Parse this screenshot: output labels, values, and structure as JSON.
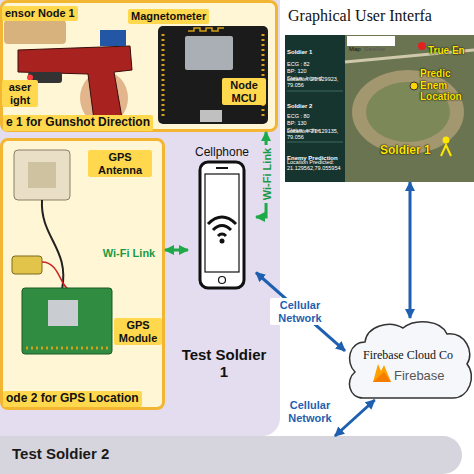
{
  "diagram": {
    "nodes": [
      {
        "text": [
          "Test Soldier 1"
        ]
      },
      {
        "text": [
          "e 1 for Gunshot Direction"
        ],
        "in": 0
      },
      {
        "text": [
          "ode 2 for GPS Location"
        ],
        "in": 0
      },
      {
        "text": [
          "Cellphone"
        ],
        "in": 0
      },
      {
        "text": [
          "Test Soldier 2"
        ]
      },
      {
        "text": [
          "Graphical User Interfa"
        ]
      },
      {
        "text": [
          "Firebase Cloud Co",
          "Firebase"
        ]
      }
    ],
    "edges": [
      {
        "from": 1,
        "to": 3,
        "label": "Wi-Fi Link",
        "arrow": "both"
      },
      {
        "from": 2,
        "to": 3,
        "label": "Wi-Fi Link",
        "arrow": "both"
      },
      {
        "from": 3,
        "to": 6,
        "label": "Cellular Network",
        "arrow": "both"
      },
      {
        "from": 4,
        "to": 6,
        "label": "Cellular Network",
        "arrow": "both"
      },
      {
        "from": 5,
        "to": 6,
        "arrow": "both"
      }
    ],
    "labels": [
      "ensor Node 1",
      "Magnetometer",
      "Node MCU",
      "aser ight",
      "GPS Antenna",
      "GPS Module",
      "Map",
      "Satellite",
      "True En",
      "Predic Enem Location",
      "Soldier 1",
      "Soldier 1",
      "ECG : 82",
      "BP: 120",
      "Status: injured",
      "Location: 21.129923, 79.056",
      "Soldier 2",
      "ECG : 80",
      "BP: 130",
      "Status: active",
      "Location: 21.129135, 79.056",
      "Enemy Prediction",
      "Location Predicted: 21.129562,79.055954"
    ]
  }
}
